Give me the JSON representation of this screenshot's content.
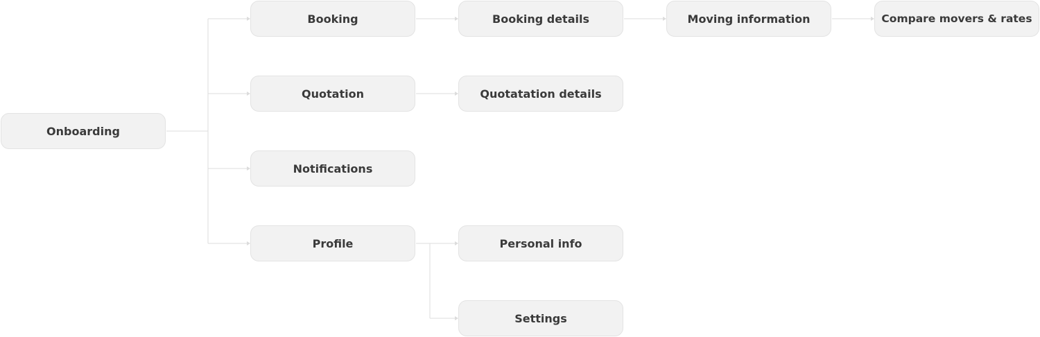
{
  "diagram": {
    "nodes": {
      "onboarding": "Onboarding",
      "booking": "Booking",
      "quotation": "Quotation",
      "notifications": "Notifications",
      "profile": "Profile",
      "booking_details": "Booking details",
      "quotation_details": "Quotatation details",
      "personal_info": "Personal info",
      "settings": "Settings",
      "moving_information": "Moving information",
      "compare_movers": "Compare movers & rates"
    },
    "edges": [
      [
        "onboarding",
        "booking"
      ],
      [
        "onboarding",
        "quotation"
      ],
      [
        "onboarding",
        "notifications"
      ],
      [
        "onboarding",
        "profile"
      ],
      [
        "booking",
        "booking_details"
      ],
      [
        "booking_details",
        "moving_information"
      ],
      [
        "moving_information",
        "compare_movers"
      ],
      [
        "quotation",
        "quotation_details"
      ],
      [
        "profile",
        "personal_info"
      ],
      [
        "profile",
        "settings"
      ]
    ],
    "colors": {
      "node_fill": "#f2f2f2",
      "node_border": "#e3e3e3",
      "text": "#3a3a3a",
      "connector": "#dcdcdc"
    }
  }
}
